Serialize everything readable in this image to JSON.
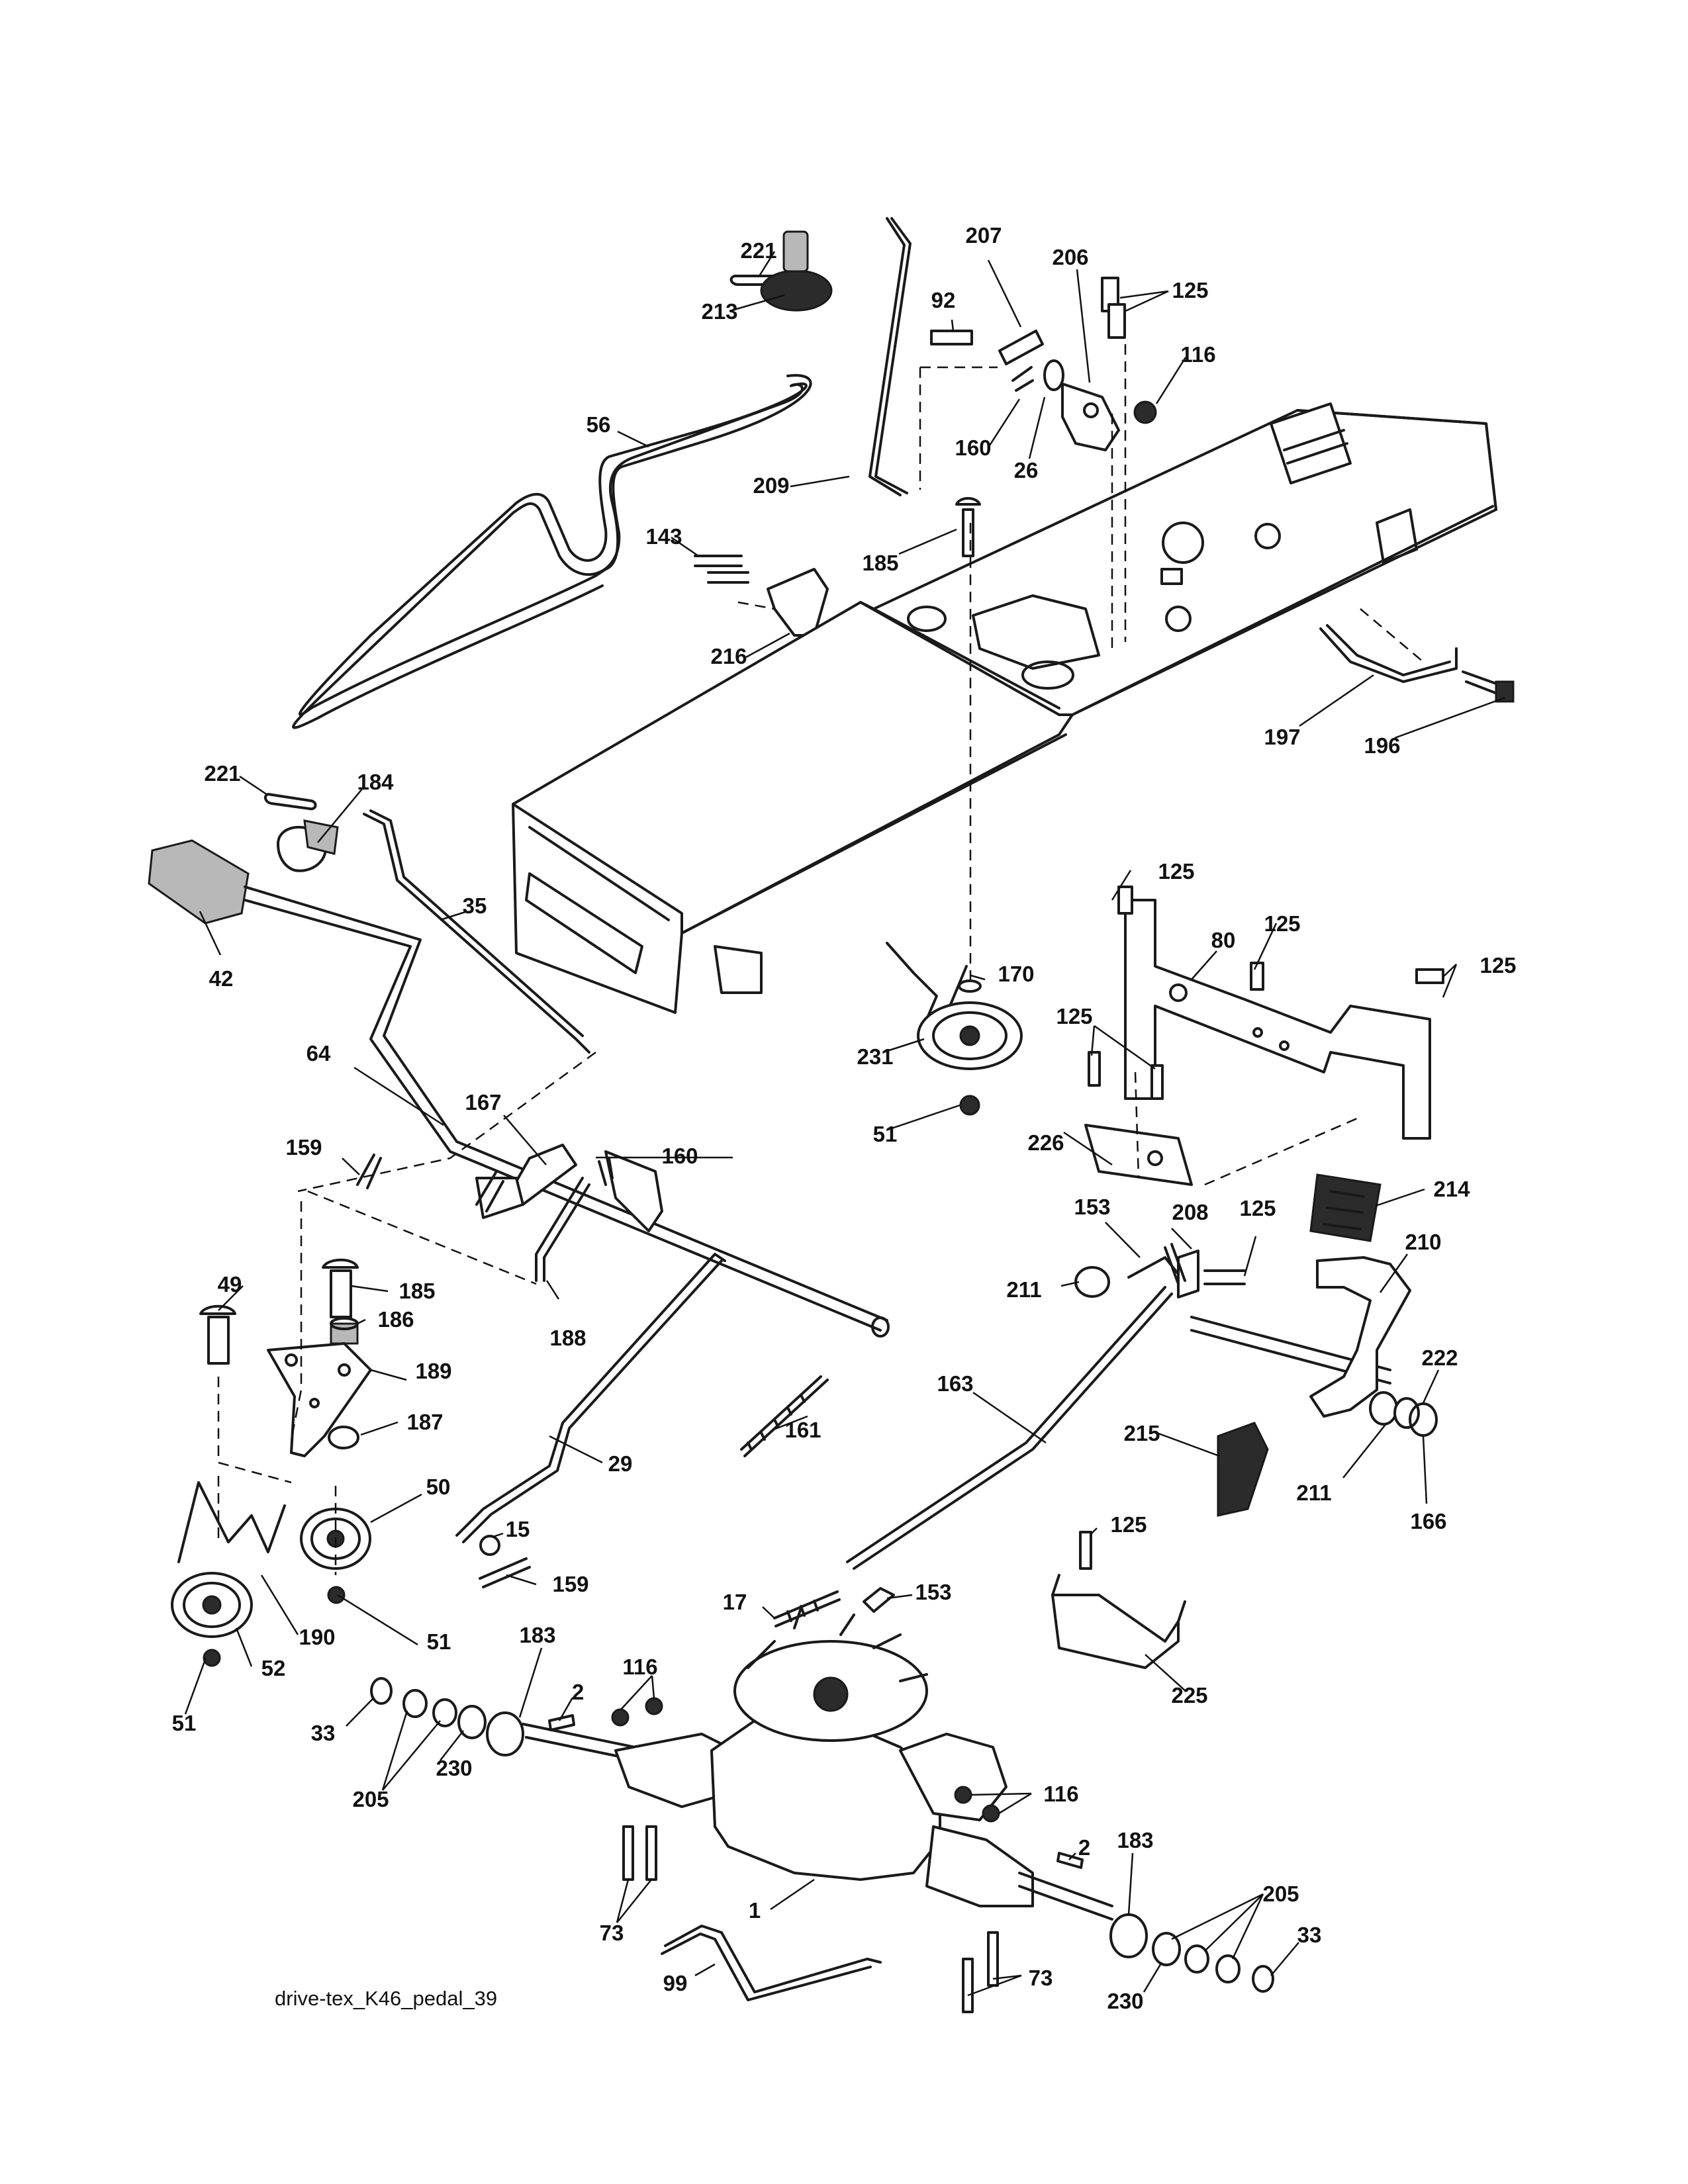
{
  "caption": "drive-tex_K46_pedal_39",
  "callouts": [
    {
      "text": "221"
    },
    {
      "text": "213"
    },
    {
      "text": "207"
    },
    {
      "text": "92"
    },
    {
      "text": "206"
    },
    {
      "text": "125"
    },
    {
      "text": "116"
    },
    {
      "text": "56"
    },
    {
      "text": "160"
    },
    {
      "text": "26"
    },
    {
      "text": "209"
    },
    {
      "text": "143"
    },
    {
      "text": "185"
    },
    {
      "text": "216"
    },
    {
      "text": "197"
    },
    {
      "text": "196"
    },
    {
      "text": "221"
    },
    {
      "text": "184"
    },
    {
      "text": "35"
    },
    {
      "text": "42"
    },
    {
      "text": "125"
    },
    {
      "text": "125"
    },
    {
      "text": "80"
    },
    {
      "text": "125"
    },
    {
      "text": "170"
    },
    {
      "text": "125"
    },
    {
      "text": "231"
    },
    {
      "text": "51"
    },
    {
      "text": "226"
    },
    {
      "text": "64"
    },
    {
      "text": "167"
    },
    {
      "text": "159"
    },
    {
      "text": "160"
    },
    {
      "text": "153"
    },
    {
      "text": "208"
    },
    {
      "text": "125"
    },
    {
      "text": "214"
    },
    {
      "text": "210"
    },
    {
      "text": "49"
    },
    {
      "text": "185"
    },
    {
      "text": "211"
    },
    {
      "text": "186"
    },
    {
      "text": "188"
    },
    {
      "text": "189"
    },
    {
      "text": "163"
    },
    {
      "text": "222"
    },
    {
      "text": "161"
    },
    {
      "text": "187"
    },
    {
      "text": "215"
    },
    {
      "text": "29"
    },
    {
      "text": "50"
    },
    {
      "text": "211"
    },
    {
      "text": "15"
    },
    {
      "text": "166"
    },
    {
      "text": "125"
    },
    {
      "text": "159"
    },
    {
      "text": "17"
    },
    {
      "text": "153"
    },
    {
      "text": "190"
    },
    {
      "text": "51"
    },
    {
      "text": "52"
    },
    {
      "text": "183"
    },
    {
      "text": "116"
    },
    {
      "text": "225"
    },
    {
      "text": "51"
    },
    {
      "text": "2"
    },
    {
      "text": "33"
    },
    {
      "text": "230"
    },
    {
      "text": "205"
    },
    {
      "text": "116"
    },
    {
      "text": "183"
    },
    {
      "text": "2"
    },
    {
      "text": "205"
    },
    {
      "text": "1"
    },
    {
      "text": "73"
    },
    {
      "text": "33"
    },
    {
      "text": "99"
    },
    {
      "text": "73"
    },
    {
      "text": "230"
    }
  ]
}
